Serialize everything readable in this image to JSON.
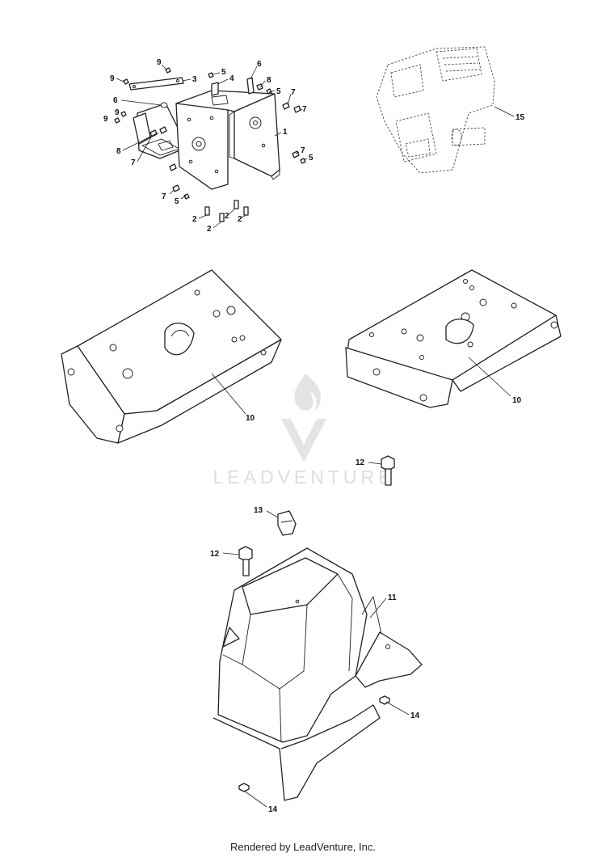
{
  "watermark": {
    "text": "LEADVENTURE"
  },
  "callouts": {
    "c1": "1",
    "c2a": "2",
    "c2b": "2",
    "c2c": "2",
    "c2d": "2",
    "c3": "3",
    "c4": "4",
    "c5a": "5",
    "c5b": "5",
    "c5c": "5",
    "c5d": "5",
    "c6a": "6",
    "c6b": "6",
    "c7a": "7",
    "c7b": "7",
    "c7c": "7",
    "c7d": "7",
    "c7e": "7",
    "c8a": "8",
    "c8b": "8",
    "c9a": "9",
    "c9b": "9",
    "c9c": "9",
    "c9d": "9",
    "c10a": "10",
    "c10b": "10",
    "c11": "11",
    "c12a": "12",
    "c12b": "12",
    "c13": "13",
    "c14a": "14",
    "c14b": "14",
    "c15": "15"
  },
  "footer": {
    "text": "Rendered by LeadVenture, Inc."
  }
}
